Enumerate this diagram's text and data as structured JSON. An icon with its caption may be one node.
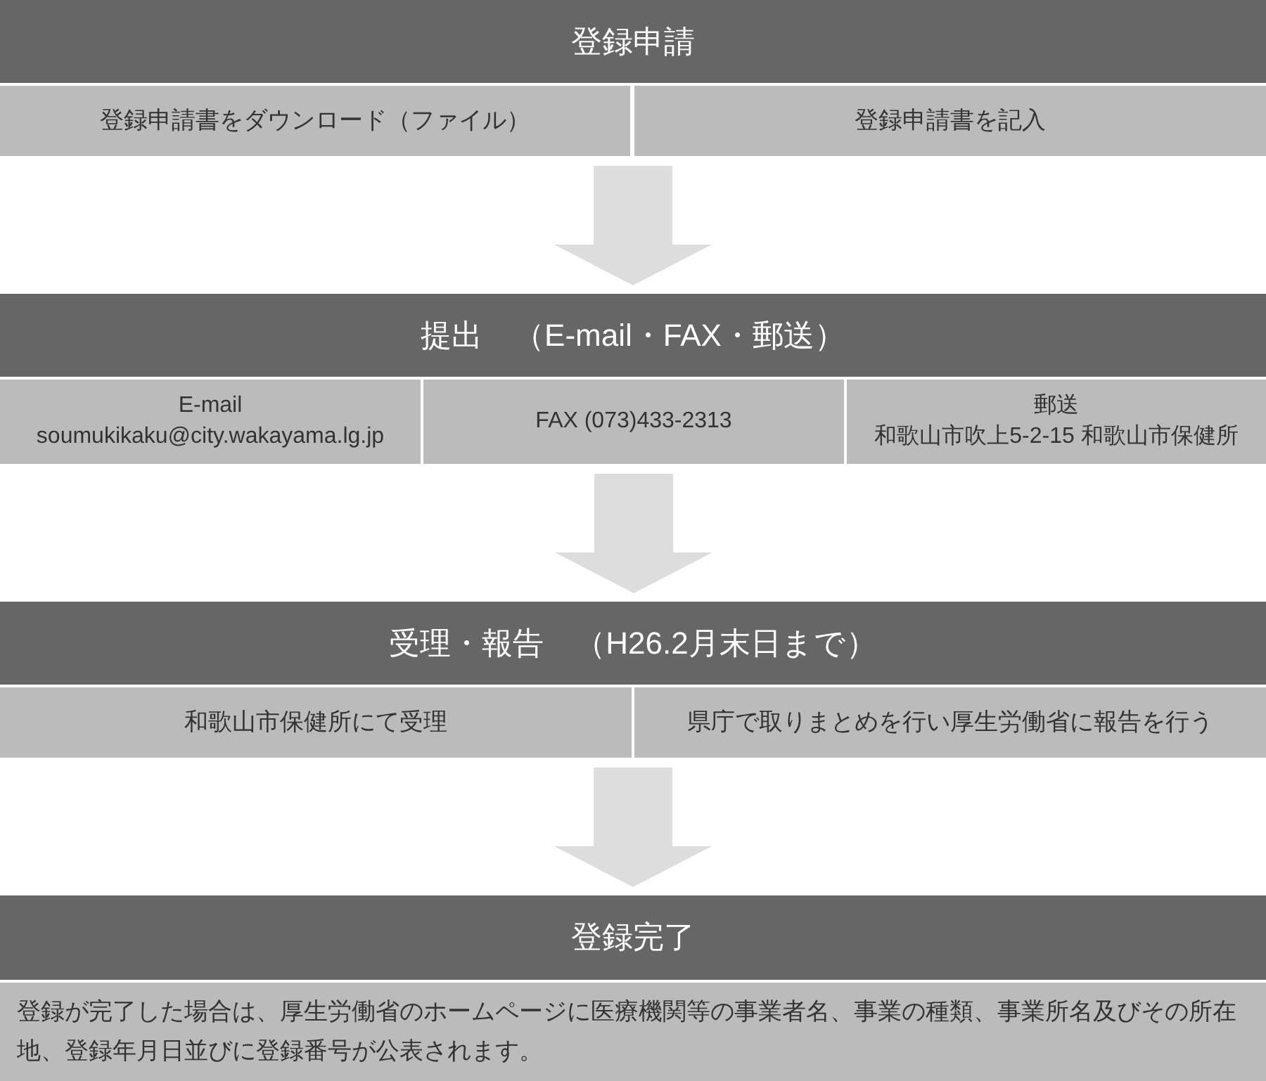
{
  "diagram": {
    "nodes": [
      {
        "text": [
          "登録申請"
        ]
      },
      {
        "text": [
          "登録申請書をダウンロード（ファイル）"
        ]
      },
      {
        "text": [
          "登録申請書を記入"
        ]
      },
      {
        "text": [
          "提出　（E-mail・FAX・郵送）"
        ]
      },
      {
        "text": [
          "E-mail",
          "soumukikaku@city.wakayama.lg.jp"
        ]
      },
      {
        "text": [
          "FAX (073)433-2313"
        ]
      },
      {
        "text": [
          "郵送",
          "和歌山市吹上5-2-15 和歌山市保健所"
        ]
      },
      {
        "text": [
          "受理・報告　（H26.2月末日まで）"
        ]
      },
      {
        "text": [
          "和歌山市保健所にて受理"
        ]
      },
      {
        "text": [
          "県庁で取りまとめを行い厚生労働省に報告を行う"
        ]
      },
      {
        "text": [
          "登録完了"
        ]
      },
      {
        "text": [
          "登録が完了した場合は、厚生労働省のホームページに医療機関等の事業者名、事業の種類、事業所名及びその所在地、登録年月日並びに登録番号が公表されます。"
        ]
      }
    ],
    "edges": [
      {
        "from": 1,
        "to": 3,
        "arrow": "to"
      },
      {
        "from": 2,
        "to": 3,
        "arrow": "to"
      },
      {
        "from": 5,
        "to": 7,
        "arrow": "to"
      },
      {
        "from": 8,
        "to": 10,
        "arrow": "to"
      },
      {
        "from": 9,
        "to": 10,
        "arrow": "to"
      }
    ]
  }
}
